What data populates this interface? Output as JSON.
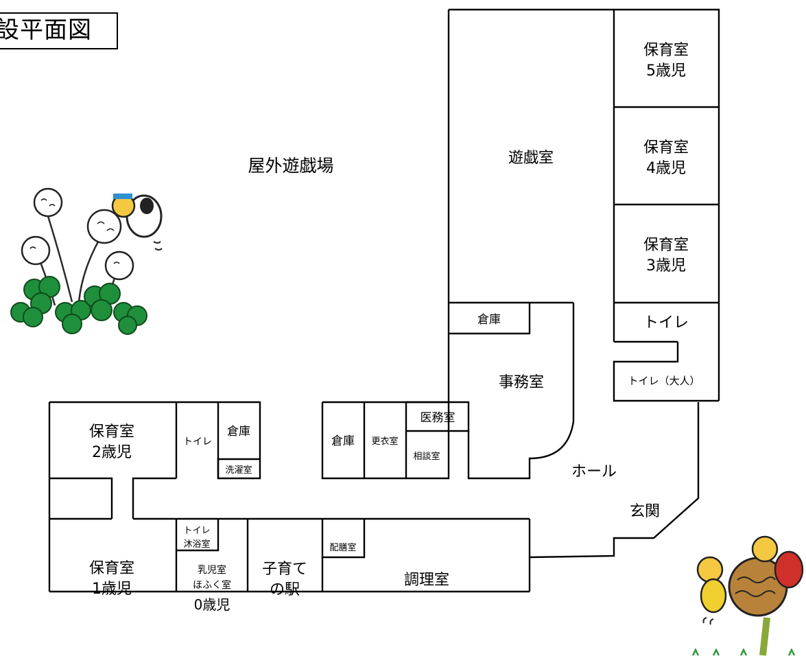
{
  "title": "施設平面図",
  "title_visible": "設平面図",
  "outdoor": "屋外遊戯場",
  "rooms": {
    "r5": [
      "保育室",
      "5歳児"
    ],
    "r4": [
      "保育室",
      "4歳児"
    ],
    "r3": [
      "保育室",
      "3歳児"
    ],
    "playroom": "遊戯室",
    "storage_top": "倉庫",
    "toilet_right": "トイレ",
    "office": "事務室",
    "toilet_adult": "トイレ（大人）",
    "r2": [
      "保育室",
      "2歳児"
    ],
    "toilet_left": "トイレ",
    "storage_left": "倉庫",
    "laundry": "洗濯室",
    "storage_mid": "倉庫",
    "changing": "更衣室",
    "medical": "医務室",
    "consult": "相談室",
    "hall": "ホール",
    "entrance": "玄関",
    "r1": [
      "保育室",
      "1歳児"
    ],
    "toilet_bath": [
      "トイレ",
      "沐浴室"
    ],
    "r0": [
      "乳児室",
      "ほふく室",
      "0歳児"
    ],
    "station": [
      "子育て",
      "の駅"
    ],
    "serving": "配膳室",
    "kitchen": "調理室"
  }
}
